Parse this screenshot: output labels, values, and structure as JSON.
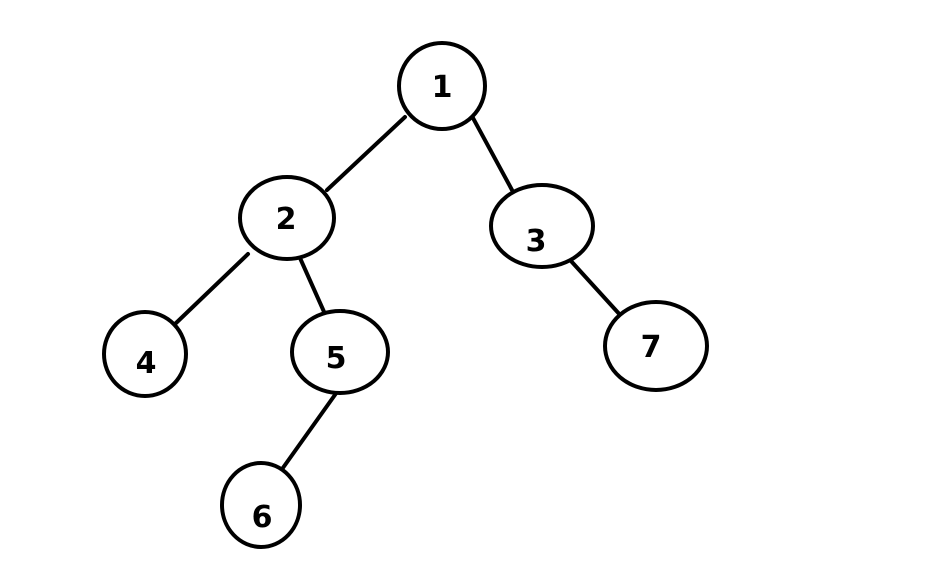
{
  "tree": {
    "nodes": [
      {
        "id": "n1",
        "label": "1"
      },
      {
        "id": "n2",
        "label": "2"
      },
      {
        "id": "n3",
        "label": "3"
      },
      {
        "id": "n4",
        "label": "4"
      },
      {
        "id": "n5",
        "label": "5"
      },
      {
        "id": "n6",
        "label": "6"
      },
      {
        "id": "n7",
        "label": "7"
      }
    ],
    "edges": [
      {
        "from": "n1",
        "to": "n2"
      },
      {
        "from": "n1",
        "to": "n3"
      },
      {
        "from": "n2",
        "to": "n4"
      },
      {
        "from": "n2",
        "to": "n5"
      },
      {
        "from": "n5",
        "to": "n6"
      },
      {
        "from": "n3",
        "to": "n7"
      }
    ]
  }
}
